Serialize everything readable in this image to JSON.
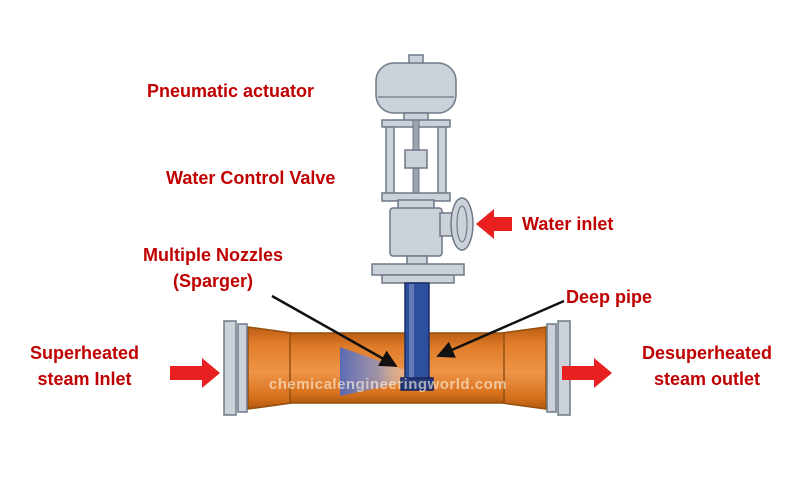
{
  "labels": {
    "pneumatic_actuator": "Pneumatic actuator",
    "water_control_valve": "Water Control Valve",
    "water_inlet": "Water inlet",
    "multiple_nozzles": {
      "line1": "Multiple Nozzles",
      "line2": "(Sparger)"
    },
    "deep_pipe": "Deep pipe",
    "steam_inlet": {
      "line1": "Superheated",
      "line2": "steam Inlet"
    },
    "steam_outlet": {
      "line1": "Desuperheated",
      "line2": "steam outlet"
    }
  },
  "watermark": "chemicalengineeringworld.com",
  "colors": {
    "label_red": "#c00000",
    "arrow_red": "#e82020",
    "pipe_orange": "#e87a28",
    "deep_pipe_blue": "#2e4f9e",
    "equipment_gray": "#ccd2da",
    "equipment_outline": "#6e7888",
    "leader_black": "#111111"
  }
}
